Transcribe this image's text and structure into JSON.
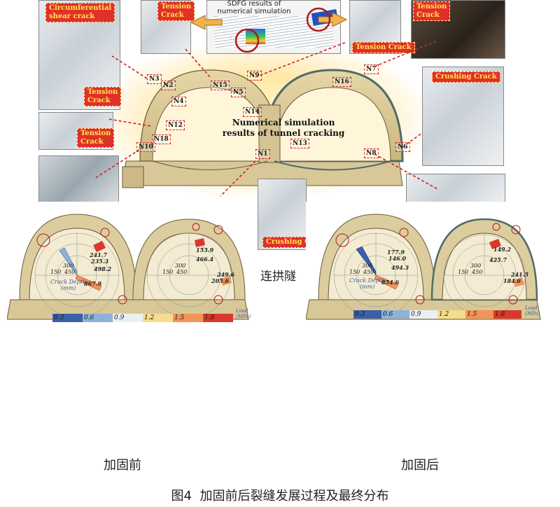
{
  "top_figure": {
    "center_title": "Numerical simulation\nresults of tunnel cracking",
    "sdfg_caption": "SDFG results of\nnumerical simulation",
    "crack_labels": [
      "Circumferential\nshear crack",
      "Tension\nCrack",
      "Tension\nCrack",
      "Tension\nCrack",
      "Tension Crack",
      "Tension\nCrack",
      "Crushing Crack",
      "Crushing Crack"
    ],
    "nodes": [
      "N1",
      "N2",
      "N3",
      "N4",
      "N5",
      "N6",
      "N7",
      "N8",
      "N9",
      "N10",
      "N12",
      "N13",
      "N14",
      "N15",
      "N16",
      "N18"
    ],
    "partial_chinese_text": "连拱隧"
  },
  "panels": {
    "before": {
      "crack_depth_label": "Crack Depth\n(mm)",
      "radial_ticks": [
        "300",
        "150",
        "450"
      ],
      "left_values": [
        "241.7",
        "235.3",
        "498.2",
        "867.9"
      ],
      "right_values": [
        "153.9",
        "466.4",
        "249.6",
        "205.6"
      ]
    },
    "after": {
      "crack_depth_label": "Crack Depth\n(mm)",
      "radial_ticks": [
        "300",
        "150",
        "450"
      ],
      "left_values": [
        "177.9",
        "146.0",
        "494.3",
        "854.6"
      ],
      "right_values": [
        "149.2",
        "425.7",
        "241.5",
        "184.6"
      ]
    }
  },
  "legend": {
    "values": [
      "0.3",
      "0.6",
      "0.9",
      "1.2",
      "1.5",
      "1.8"
    ],
    "colors": [
      "#3b5fa8",
      "#8db2d8",
      "#e9f0f4",
      "#f6dc8e",
      "#f2935a",
      "#d8392c"
    ],
    "unit_label": "Load\n(MPa)"
  },
  "captions": {
    "before": "加固前",
    "after": "加固后",
    "figure": "图4  加固前后裂缝发展过程及最终分布"
  }
}
